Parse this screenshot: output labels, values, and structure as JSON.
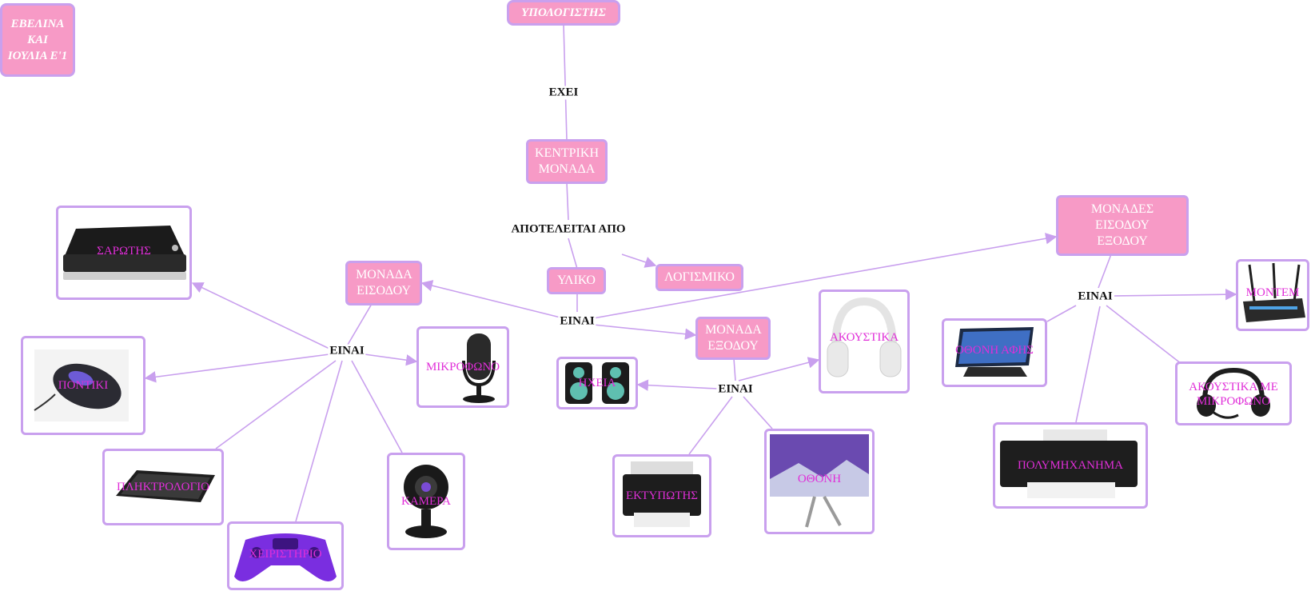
{
  "title_box": "ΕΒΕΛΙΝΑ ΚΑΙ ΙΟΥΛΙΑ Ε'1",
  "nodes": {
    "computer": "ΥΠΟΛΟΓΙΣΤΗΣ",
    "central_unit": "ΚΕΝΤΡΙΚΗ ΜΟΝΑΔΑ",
    "hardware": "ΥΛΙΚΟ",
    "software": "ΛΟΓΙΣΜΙΚΟ",
    "input_unit": "ΜΟΝΑΔΑ ΕΙΣΟΔΟΥ",
    "output_unit": "ΜΟΝΑΔΑ ΕΞΟΔΟΥ",
    "io_units": "ΜΟΝΑΔΕΣ ΕΙΣΟΔΟΥ ΕΞΟΔΟΥ"
  },
  "links": {
    "has": "ΕΧΕΙ",
    "consists_of": "ΑΠΟΤΕΛΕΙΤΑΙ ΑΠΟ",
    "is_main": "ΕΙΝΑΙ",
    "is_input": "ΕΙΝΑΙ",
    "is_output": "ΕΙΝΑΙ",
    "is_io": "ΕΙΝΑΙ"
  },
  "devices": {
    "scanner": "ΣΑΡΩΤΗΣ",
    "mouse": "ΠΟΝΤΙΚΙ",
    "keyboard": "ΠΛΗΚΤΡΟΛΟΓΙΟ",
    "gamepad": "ΧΕΙΡΙΣΤΗΡΙΟ",
    "camera": "ΚΑΜΕΡΑ",
    "microphone": "ΜΙΚΡΟΦΩΝΟ",
    "speakers": "ΗΧΕΙΑ",
    "printer": "ΕΚΤΥΠΩΤΗΣ",
    "monitor": "ΟΘΟΝΗ",
    "headphones": "ΑΚΟΥΣΤΙΚΑ",
    "touchscreen": "ΟΘΟΝΗ ΑΦΗΣ",
    "multifunction": "ΠΟΛΥΜΗΧΑΝΗΜΑ",
    "headset": "ΑΚΟΥΣΤΙΚΑ ΜΕ ΜΙΚΡΟΦΩΝΟ",
    "modem": "ΜΟΝΤΕΜ"
  },
  "colors": {
    "node_fill": "#f79ac6",
    "border": "#c9a0ee",
    "edge": "#c9a0ee",
    "device_label": "#e02ed8",
    "link_text": "#111111"
  }
}
